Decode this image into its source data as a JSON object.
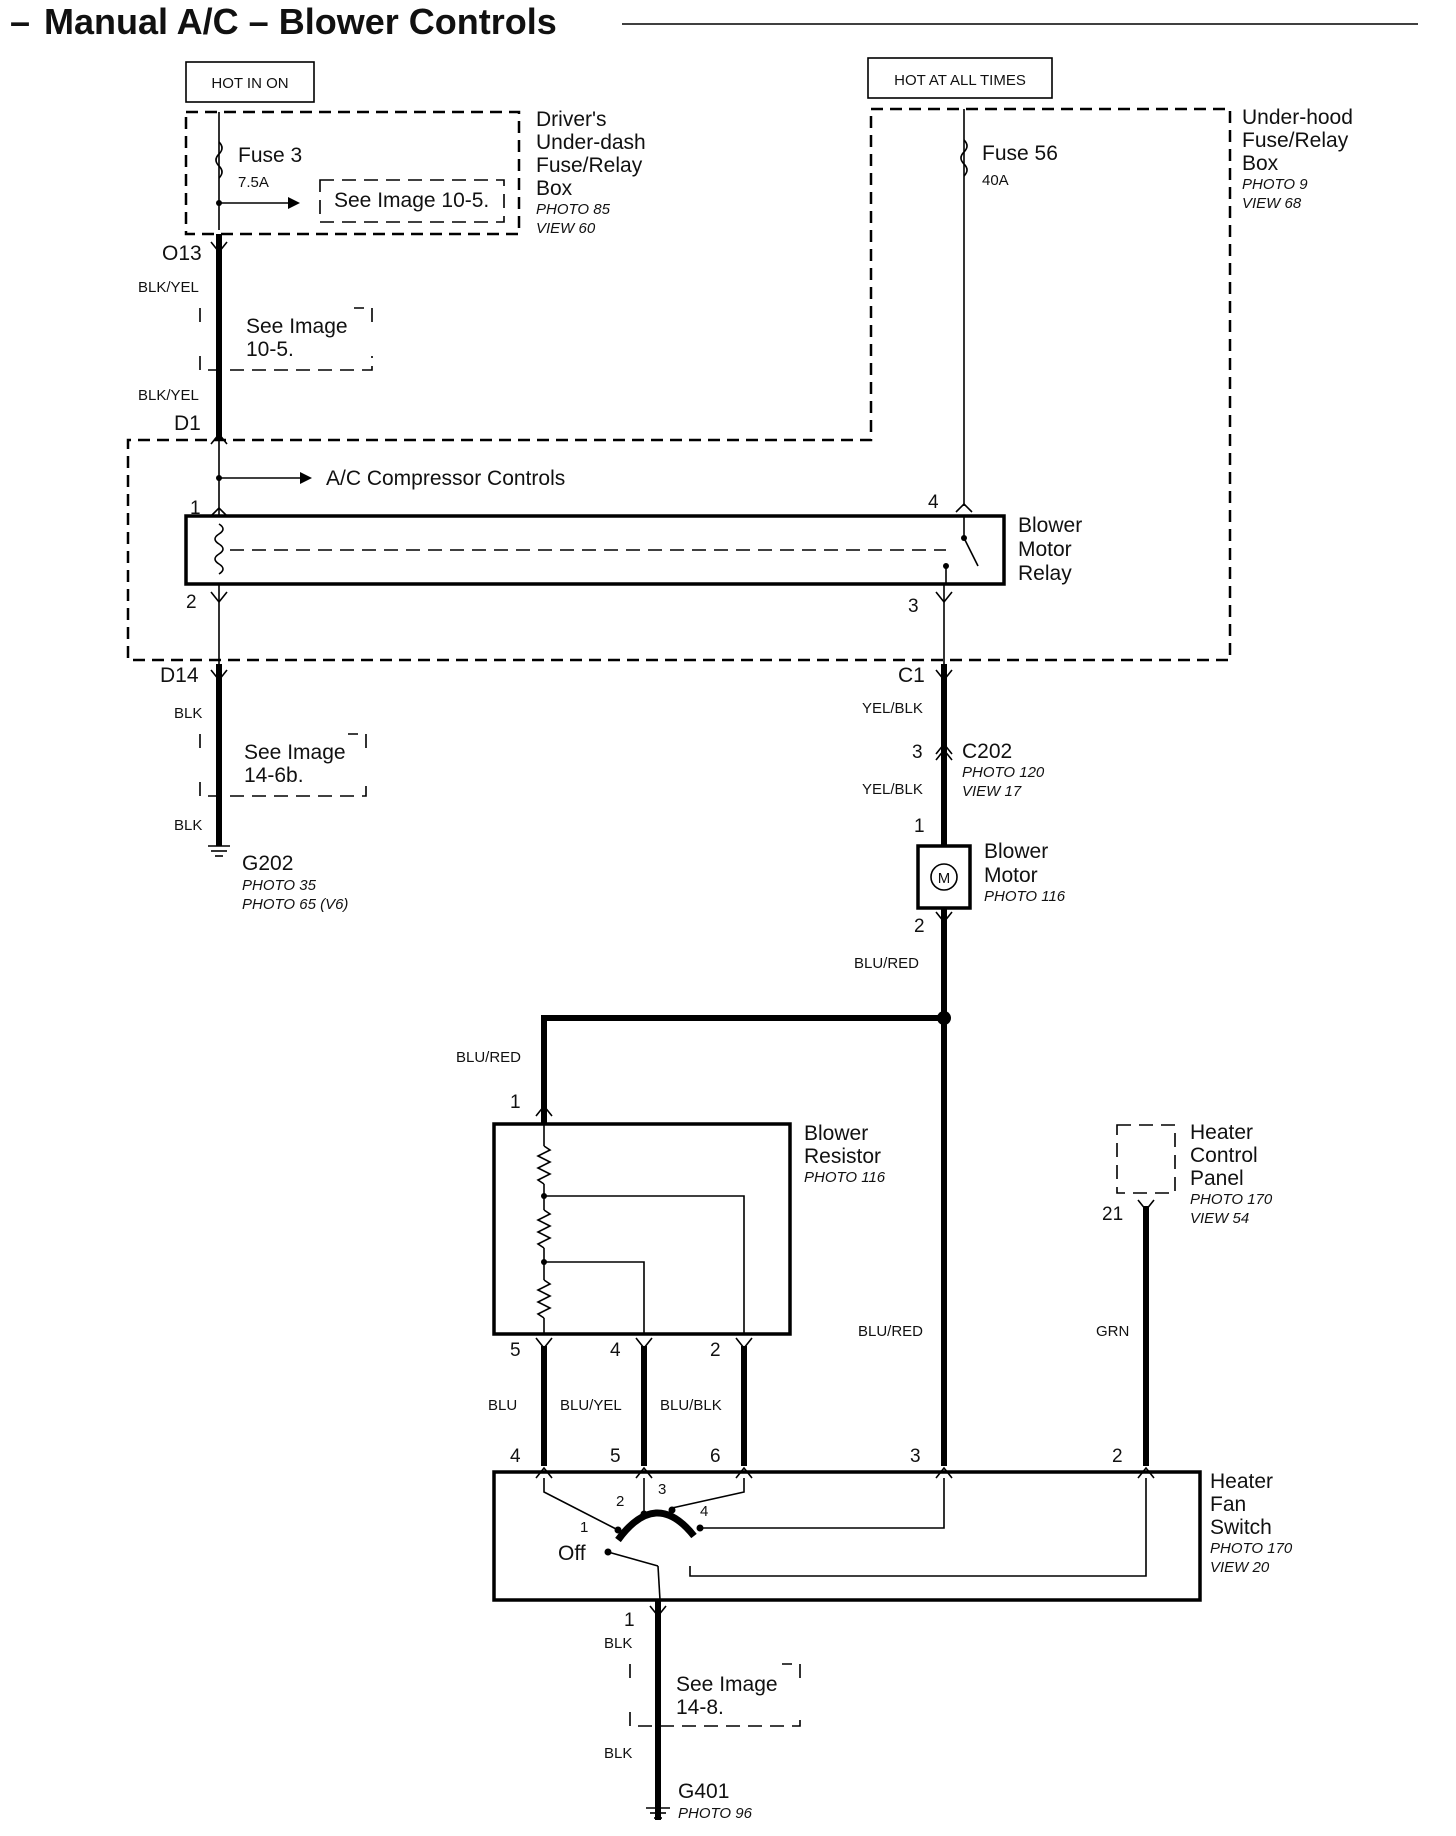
{
  "title": "Manual A/C – Blower Controls",
  "hot_in_on": "HOT IN ON",
  "hot_at_all_times": "HOT AT ALL TIMES",
  "fuse3": {
    "name": "Fuse 3",
    "rating": "7.5A"
  },
  "fuse56": {
    "name": "Fuse 56",
    "rating": "40A"
  },
  "drivers_box": {
    "l1": "Driver's",
    "l2": "Under-dash",
    "l3": "Fuse/Relay",
    "l4": "Box",
    "photo": "PHOTO 85",
    "view": "VIEW 60"
  },
  "underhood_box": {
    "l1": "Under-hood",
    "l2": "Fuse/Relay",
    "l3": "Box",
    "photo": "PHOTO 9",
    "view": "VIEW 68"
  },
  "see_10_5_inline": "See Image 10-5.",
  "see_10_5": {
    "l1": "See Image",
    "l2": "10-5."
  },
  "see_14_6b": {
    "l1": "See Image",
    "l2": "14-6b."
  },
  "see_14_8": {
    "l1": "See Image",
    "l2": "14-8."
  },
  "connectors": {
    "o13": "O13",
    "d1": "D1",
    "d14": "D14",
    "c1": "C1",
    "c202": "C202",
    "c202_photo": "PHOTO 120",
    "c202_view": "VIEW 17"
  },
  "wires": {
    "blk_yel": "BLK/YEL",
    "blk": "BLK",
    "yel_blk": "YEL/BLK",
    "blu_red": "BLU/RED",
    "blu": "BLU",
    "blu_yel": "BLU/YEL",
    "blu_blk": "BLU/BLK",
    "grn": "GRN"
  },
  "ac_compressor": "A/C Compressor Controls",
  "relay": {
    "l1": "Blower",
    "l2": "Motor",
    "l3": "Relay"
  },
  "motor": {
    "l1": "Blower",
    "l2": "Motor",
    "photo": "PHOTO 116",
    "symbol": "M"
  },
  "g202": {
    "name": "G202",
    "photo1": "PHOTO 35",
    "photo2": "PHOTO 65 (V6)"
  },
  "resistor": {
    "l1": "Blower",
    "l2": "Resistor",
    "photo": "PHOTO 116"
  },
  "heater_panel": {
    "l1": "Heater",
    "l2": "Control",
    "l3": "Panel",
    "photo": "PHOTO 170",
    "view": "VIEW 54"
  },
  "fan_switch": {
    "l1": "Heater",
    "l2": "Fan",
    "l3": "Switch",
    "photo": "PHOTO 170",
    "view": "VIEW 20",
    "off": "Off"
  },
  "g401": {
    "name": "G401",
    "photo": "PHOTO 96"
  },
  "pins": {
    "one": "1",
    "two": "2",
    "three": "3",
    "four": "4",
    "five": "5",
    "six": "6",
    "twentyone": "21"
  }
}
